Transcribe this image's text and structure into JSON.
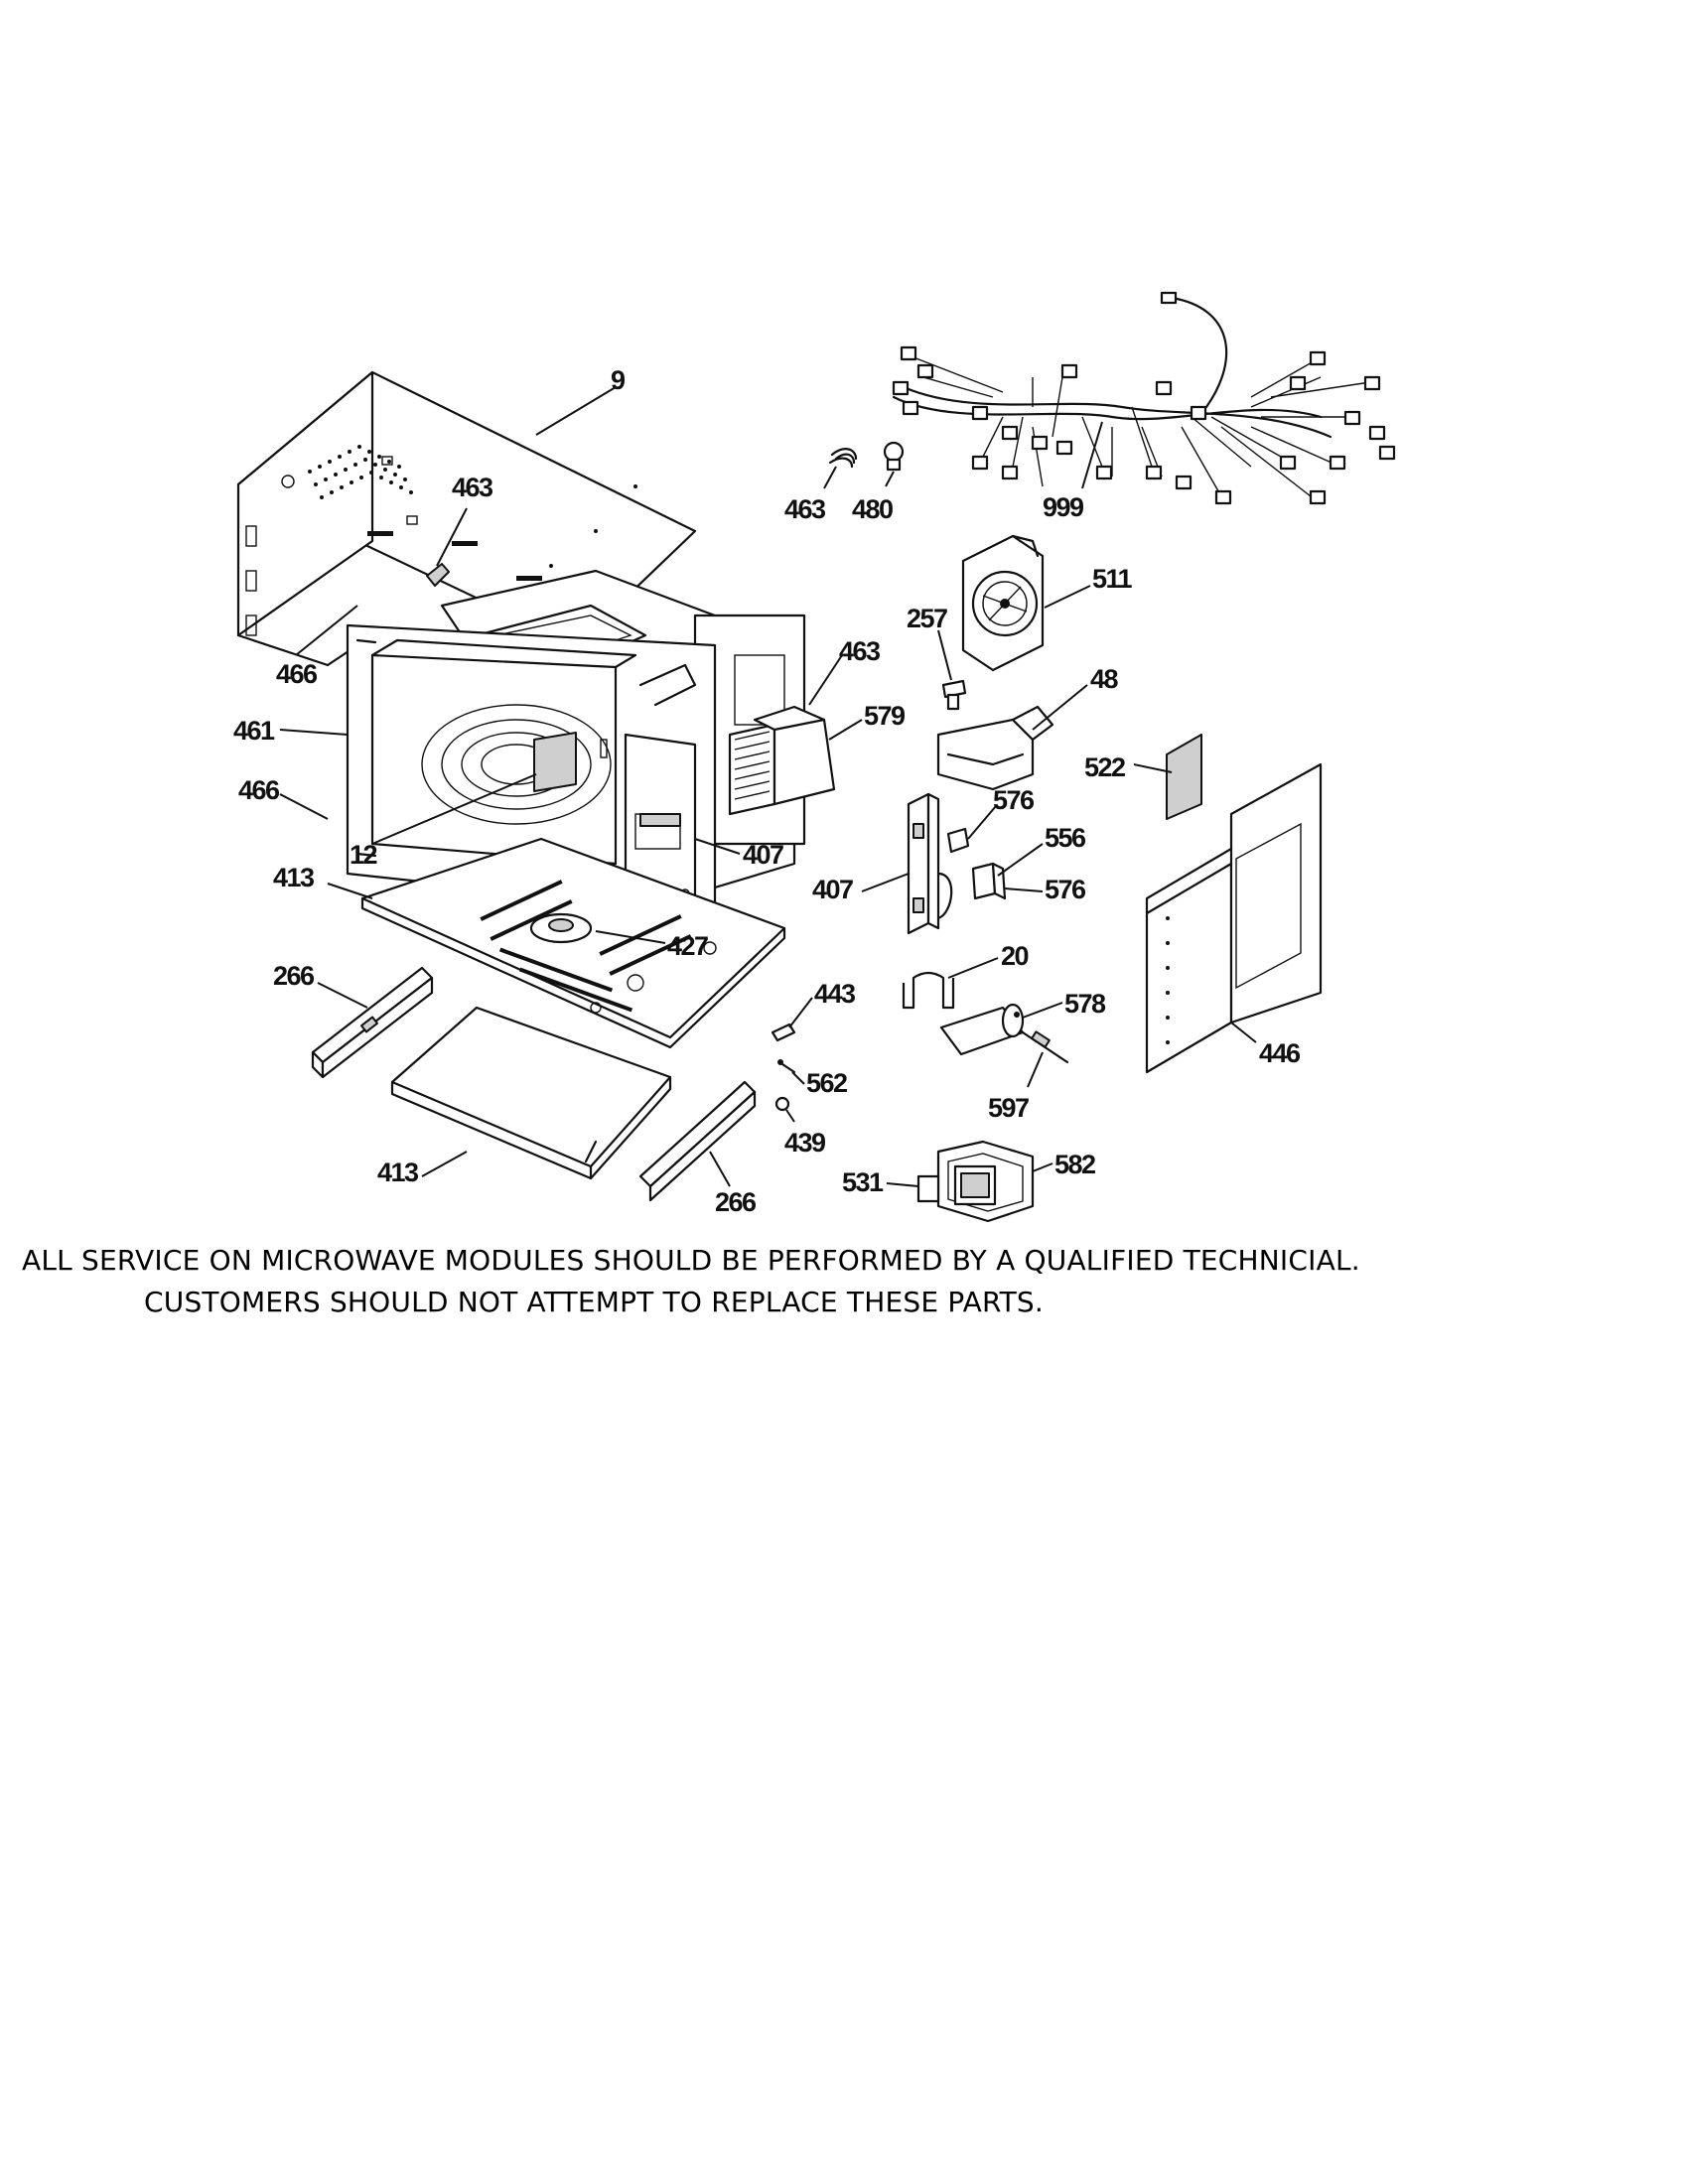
{
  "diagram": {
    "callouts": {
      "c9": "9",
      "c463a": "463",
      "c463b": "463",
      "c480": "480",
      "c999": "999",
      "c466a": "466",
      "c461": "461",
      "c466b": "466",
      "c12": "12",
      "c413a": "413",
      "c407a": "407",
      "c427": "427",
      "c266a": "266",
      "c413b": "413",
      "c266b": "266",
      "c257": "257",
      "c511": "511",
      "c463c": "463",
      "c579": "579",
      "c48": "48",
      "c522": "522",
      "c576a": "576",
      "c556": "556",
      "c576b": "576",
      "c407b": "407",
      "c20": "20",
      "c443": "443",
      "c578": "578",
      "c446": "446",
      "c562": "562",
      "c597": "597",
      "c439": "439",
      "c531": "531",
      "c582": "582"
    }
  },
  "notice": {
    "line1": "ALL SERVICE ON MICROWAVE MODULES SHOULD BE PERFORMED BY A QUALIFIED TECHNICIAL.",
    "line2": "CUSTOMERS SHOULD NOT ATTEMPT TO REPLACE THESE PARTS."
  }
}
